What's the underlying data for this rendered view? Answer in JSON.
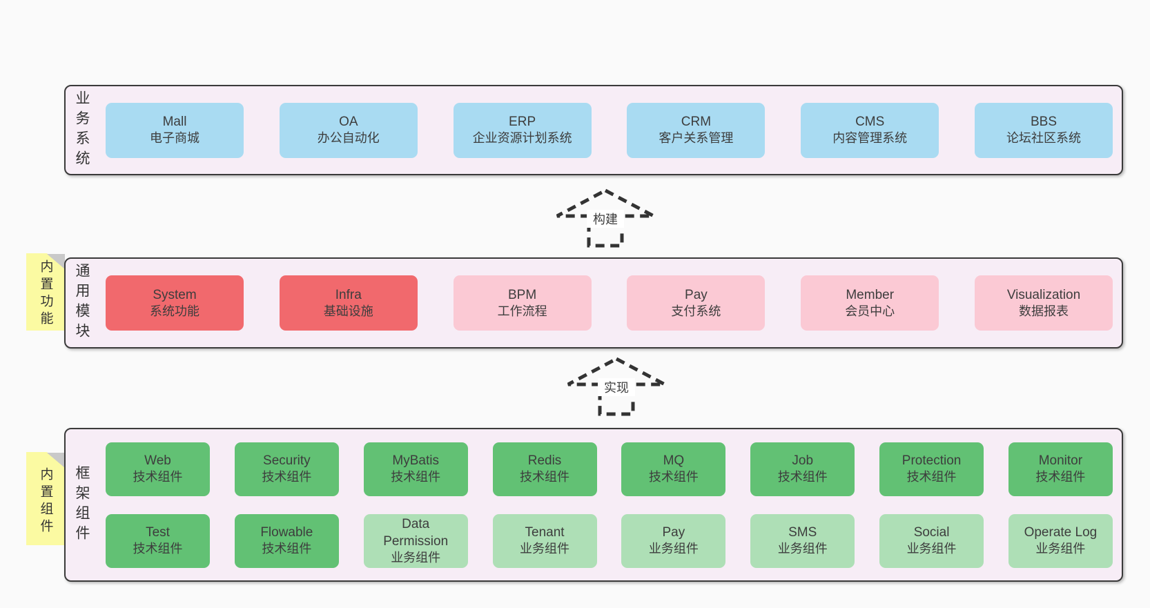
{
  "colors": {
    "page_background": "#fafafa",
    "layer_fill": "#f7edf6",
    "layer_border": "#3a3a3a",
    "blue_box": "#a9dbf2",
    "red_box": "#f1696d",
    "pink_box": "#fbc9d4",
    "green_box": "#62c174",
    "light_green_box": "#aedfb6",
    "sticky_note": "#fbfaa2",
    "sticky_fold": "#c9c9c9",
    "text": "#3d3d3d"
  },
  "arrows": [
    {
      "label": "构建"
    },
    {
      "label": "实现"
    }
  ],
  "notes": [
    {
      "label": "内置功能"
    },
    {
      "label": "内置组件"
    }
  ],
  "layers": [
    {
      "side_label": "业务系统",
      "boxes": [
        {
          "name": "Mall",
          "desc": "电子商城",
          "variant": "blue"
        },
        {
          "name": "OA",
          "desc": "办公自动化",
          "variant": "blue"
        },
        {
          "name": "ERP",
          "desc": "企业资源计划系统",
          "variant": "blue"
        },
        {
          "name": "CRM",
          "desc": "客户关系管理",
          "variant": "blue"
        },
        {
          "name": "CMS",
          "desc": "内容管理系统",
          "variant": "blue"
        },
        {
          "name": "BBS",
          "desc": "论坛社区系统",
          "variant": "blue"
        }
      ]
    },
    {
      "side_label": "通用模块",
      "boxes": [
        {
          "name": "System",
          "desc": "系统功能",
          "variant": "red"
        },
        {
          "name": "Infra",
          "desc": "基础设施",
          "variant": "red"
        },
        {
          "name": "BPM",
          "desc": "工作流程",
          "variant": "pink"
        },
        {
          "name": "Pay",
          "desc": "支付系统",
          "variant": "pink"
        },
        {
          "name": "Member",
          "desc": "会员中心",
          "variant": "pink"
        },
        {
          "name": "Visualization",
          "desc": "数据报表",
          "variant": "pink"
        }
      ]
    },
    {
      "side_label": "框架组件",
      "rows": [
        [
          {
            "name": "Web",
            "desc": "技术组件",
            "variant": "green"
          },
          {
            "name": "Security",
            "desc": "技术组件",
            "variant": "green"
          },
          {
            "name": "MyBatis",
            "desc": "技术组件",
            "variant": "green"
          },
          {
            "name": "Redis",
            "desc": "技术组件",
            "variant": "green"
          },
          {
            "name": "MQ",
            "desc": "技术组件",
            "variant": "green"
          },
          {
            "name": "Job",
            "desc": "技术组件",
            "variant": "green"
          },
          {
            "name": "Protection",
            "desc": "技术组件",
            "variant": "green"
          },
          {
            "name": "Monitor",
            "desc": "技术组件",
            "variant": "green"
          }
        ],
        [
          {
            "name": "Test",
            "desc": "技术组件",
            "variant": "green"
          },
          {
            "name": "Flowable",
            "desc": "技术组件",
            "variant": "green"
          },
          {
            "name": "Data Permission",
            "desc": "业务组件",
            "variant": "lightgreen"
          },
          {
            "name": "Tenant",
            "desc": "业务组件",
            "variant": "lightgreen"
          },
          {
            "name": "Pay",
            "desc": "业务组件",
            "variant": "lightgreen"
          },
          {
            "name": "SMS",
            "desc": "业务组件",
            "variant": "lightgreen"
          },
          {
            "name": "Social",
            "desc": "业务组件",
            "variant": "lightgreen"
          },
          {
            "name": "Operate Log",
            "desc": "业务组件",
            "variant": "lightgreen"
          }
        ]
      ]
    }
  ]
}
